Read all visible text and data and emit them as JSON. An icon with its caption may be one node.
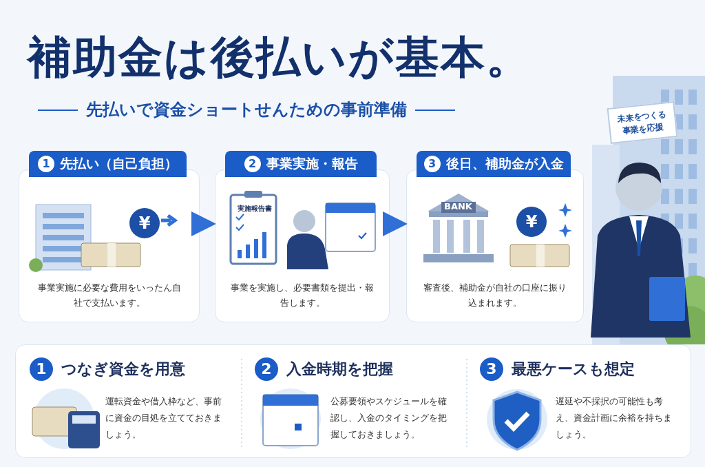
{
  "diagram": {
    "title": "補助金は後払いが基本。",
    "nodes": [
      {
        "text": [
          "1",
          "先払い（自己負担）",
          "事業実施に必要な費用をいったん自社で支払います。"
        ]
      },
      {
        "text": [
          "2",
          "事業実施・報告",
          "事業を実施し、必要書類を提出・報告します。"
        ]
      },
      {
        "text": [
          "3",
          "後日、補助金が入金",
          "審査後、補助金が自社の口座に振り込まれます。"
        ]
      },
      {
        "text": [
          "未来をつくる事業を応援"
        ]
      },
      {
        "text": [],
        "shape": "box"
      },
      {
        "text": [
          "1",
          "つなぎ資金を用意",
          "運転資金や借入枠など、事前に資金の目処を立てておきましょう。"
        ],
        "in": 4
      },
      {
        "text": [
          "2",
          "入金時期を把握",
          "公募要領やスケジュールを確認し、入金のタイミングを把握しておきましょう。"
        ],
        "in": 4
      },
      {
        "text": [
          "3",
          "最悪ケースも想定",
          "遅延や不採択の可能性も考え、資金計画に余裕を持ちましょう。"
        ],
        "in": 4
      }
    ],
    "edges": [
      {
        "from": 0,
        "to": 1,
        "arrow": "to"
      },
      {
        "from": 1,
        "to": 2,
        "arrow": "to"
      }
    ],
    "labels": [
      "先払いで資金ショートせんための事前準備",
      "¥",
      "実施報告書",
      "BANK",
      "¥"
    ]
  }
}
